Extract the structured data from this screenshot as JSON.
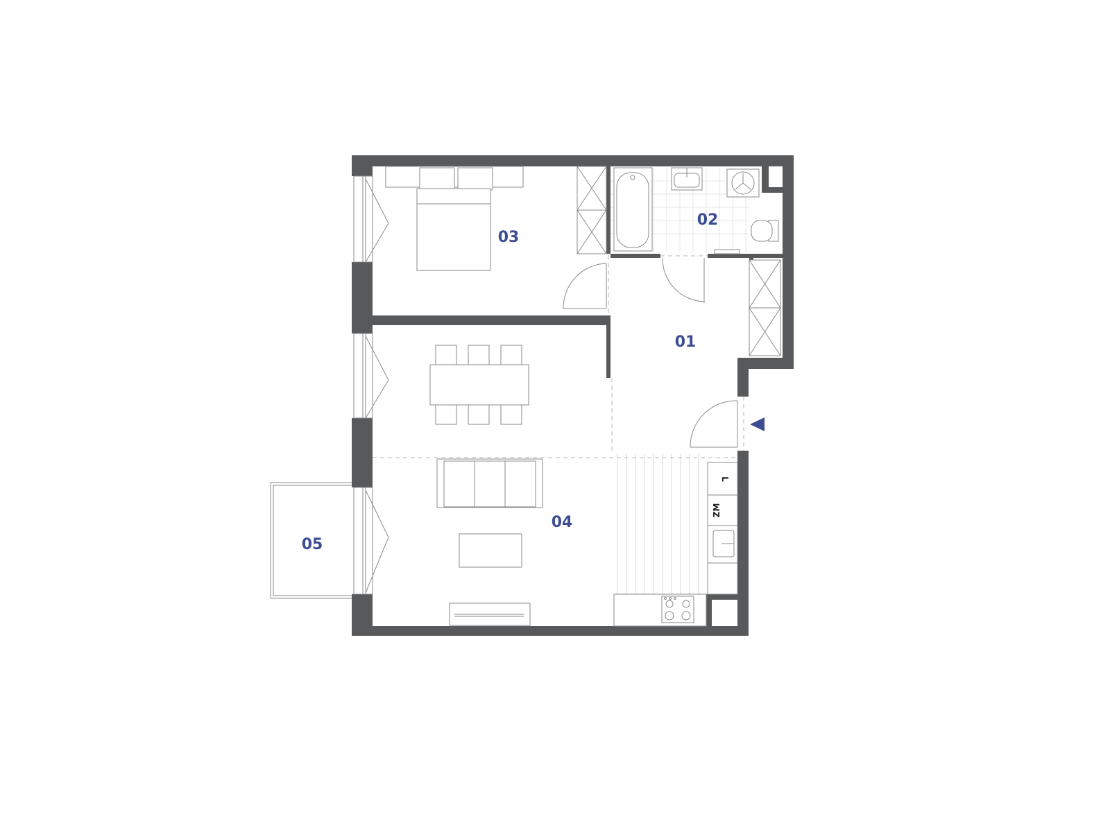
{
  "floor_plan": {
    "rooms": [
      {
        "id": "room-01",
        "label": "01"
      },
      {
        "id": "room-02",
        "label": "02"
      },
      {
        "id": "room-03",
        "label": "03"
      },
      {
        "id": "room-04",
        "label": "04"
      },
      {
        "id": "room-05",
        "label": "05"
      }
    ],
    "kitchen_appliances": {
      "fridge": "L",
      "freezer": "ZM"
    },
    "accent_color": "#3d4d94",
    "wall_color": "#58595b",
    "entrance_marker": "entrance-arrow-icon"
  }
}
